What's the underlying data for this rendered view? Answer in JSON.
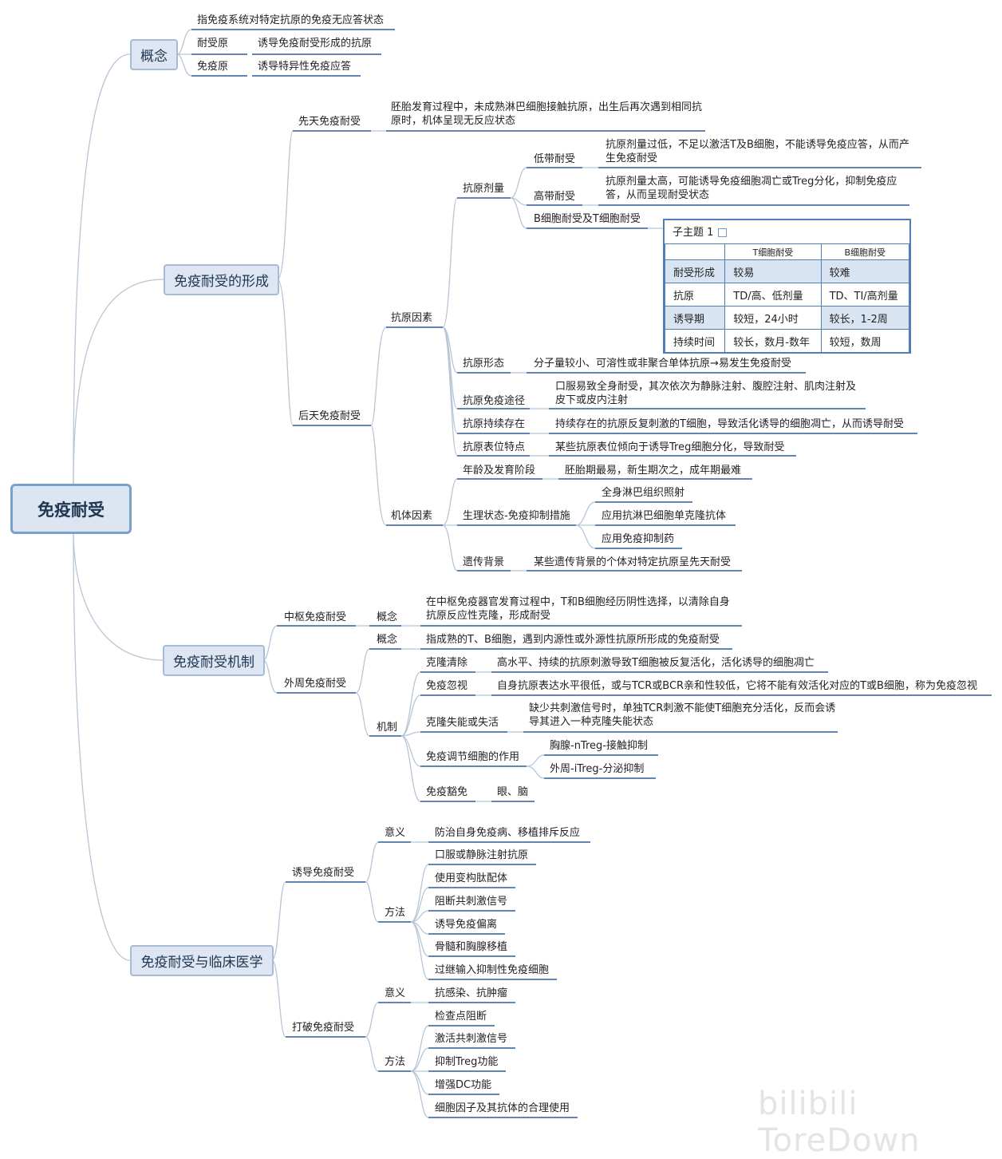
{
  "root": "免疫耐受",
  "concept": {
    "title": "概念",
    "def": "指免疫系统对特定抗原的免疫无应答状态",
    "tolerogen_label": "耐受原",
    "tolerogen_def": "诱导免疫耐受形成的抗原",
    "immunogen_label": "免疫原",
    "immunogen_def": "诱导特异性免疫应答"
  },
  "formation": {
    "title": "免疫耐受的形成",
    "innate_label": "先天免疫耐受",
    "innate_def": "胚胎发育过程中，未成熟淋巴细胞接触抗原，出生后再次遇到相同抗原时，机体呈现无反应状态",
    "acquired_label": "后天免疫耐受",
    "antigen_factors": "抗原因素",
    "dose": "抗原剂量",
    "low_zone": "低带耐受",
    "low_zone_def": "抗原剂量过低，不足以激活T及B细胞，不能诱导免疫应答，从而产生免疫耐受",
    "high_zone": "高带耐受",
    "high_zone_def": "抗原剂量太高，可能诱导免疫细胞凋亡或Treg分化，抑制免疫应答，从而呈现耐受状态",
    "bt_label": "B细胞耐受及T细胞耐受",
    "table": {
      "title": "子主题 1",
      "headers": [
        "",
        "T细胞耐受",
        "B细胞耐受"
      ],
      "rows": [
        [
          "耐受形成",
          "较易",
          "较难"
        ],
        [
          "抗原",
          "TD/高、低剂量",
          "TD、TI/高剂量"
        ],
        [
          "诱导期",
          "较短，24小时",
          "较长，1-2周"
        ],
        [
          "持续时间",
          "较长，数月-数年",
          "较短，数周"
        ]
      ]
    },
    "form_label": "抗原形态",
    "form_def": "分子量较小、可溶性或非聚合单体抗原→易发生免疫耐受",
    "route_label": "抗原免疫途径",
    "route_def": "口服易致全身耐受，其次依次为静脉注射、腹腔注射、肌肉注射及皮下或皮内注射",
    "persist_label": "抗原持续存在",
    "persist_def": "持续存在的抗原反复刺激的T细胞，导致活化诱导的细胞凋亡，从而诱导耐受",
    "epitope_label": "抗原表位特点",
    "epitope_def": "某些抗原表位倾向于诱导Treg细胞分化，导致耐受",
    "host_factors": "机体因素",
    "age_label": "年龄及发育阶段",
    "age_def": "胚胎期最易，新生期次之，成年期最难",
    "phys_label": "生理状态-免疫抑制措施",
    "phys_items": [
      "全身淋巴组织照射",
      "应用抗淋巴细胞单克隆抗体",
      "应用免疫抑制药"
    ],
    "genetic_label": "遗传背景",
    "genetic_def": "某些遗传背景的个体对特定抗原呈先天耐受"
  },
  "mechanism": {
    "title": "免疫耐受机制",
    "central_label": "中枢免疫耐受",
    "central_concept": "概念",
    "central_def": "在中枢免疫器官发育过程中，T和B细胞经历阴性选择，以清除自身抗原反应性克隆，形成耐受",
    "peripheral_label": "外周免疫耐受",
    "peri_concept": "概念",
    "peri_def": "指成熟的T、B细胞，遇到内源性或外源性抗原所形成的免疫耐受",
    "mech_label": "机制",
    "clonal_deletion": "克隆清除",
    "clonal_deletion_def": "高水平、持续的抗原刺激导致T细胞被反复活化，活化诱导的细胞凋亡",
    "ignorance": "免疫忽视",
    "ignorance_def": "自身抗原表达水平很低，或与TCR或BCR亲和性较低，它将不能有效活化对应的T或B细胞，称为免疫忽视",
    "anergy": "克隆失能或失活",
    "anergy_def": "缺少共刺激信号时，单独TCR刺激不能使T细胞充分活化，反而会诱导其进入一种克隆失能状态",
    "treg": "免疫调节细胞的作用",
    "treg_items": [
      "胸腺-nTreg-接触抑制",
      "外周-iTreg-分泌抑制"
    ],
    "privilege": "免疫豁免",
    "privilege_def": "眼、脑"
  },
  "clinical": {
    "title": "免疫耐受与临床医学",
    "induce_label": "诱导免疫耐受",
    "induce_meaning": "意义",
    "induce_meaning_def": "防治自身免疫病、移植排斥反应",
    "induce_method": "方法",
    "induce_methods": [
      "口服或静脉注射抗原",
      "使用变构肽配体",
      "阻断共刺激信号",
      "诱导免疫偏离",
      "骨髓和胸腺移植",
      "过继输入抑制性免疫细胞"
    ],
    "break_label": "打破免疫耐受",
    "break_meaning": "意义",
    "break_meaning_def": "抗感染、抗肿瘤",
    "break_method": "方法",
    "break_methods": [
      "检查点阻断",
      "激活共刺激信号",
      "抑制Treg功能",
      "增强DC功能",
      "细胞因子及其抗体的合理使用"
    ]
  },
  "watermark": "bilibili ToreDown",
  "colors": {
    "line": "#2f5f97",
    "connector": "#b7c6d6",
    "node_fill": "#dde6f2"
  }
}
